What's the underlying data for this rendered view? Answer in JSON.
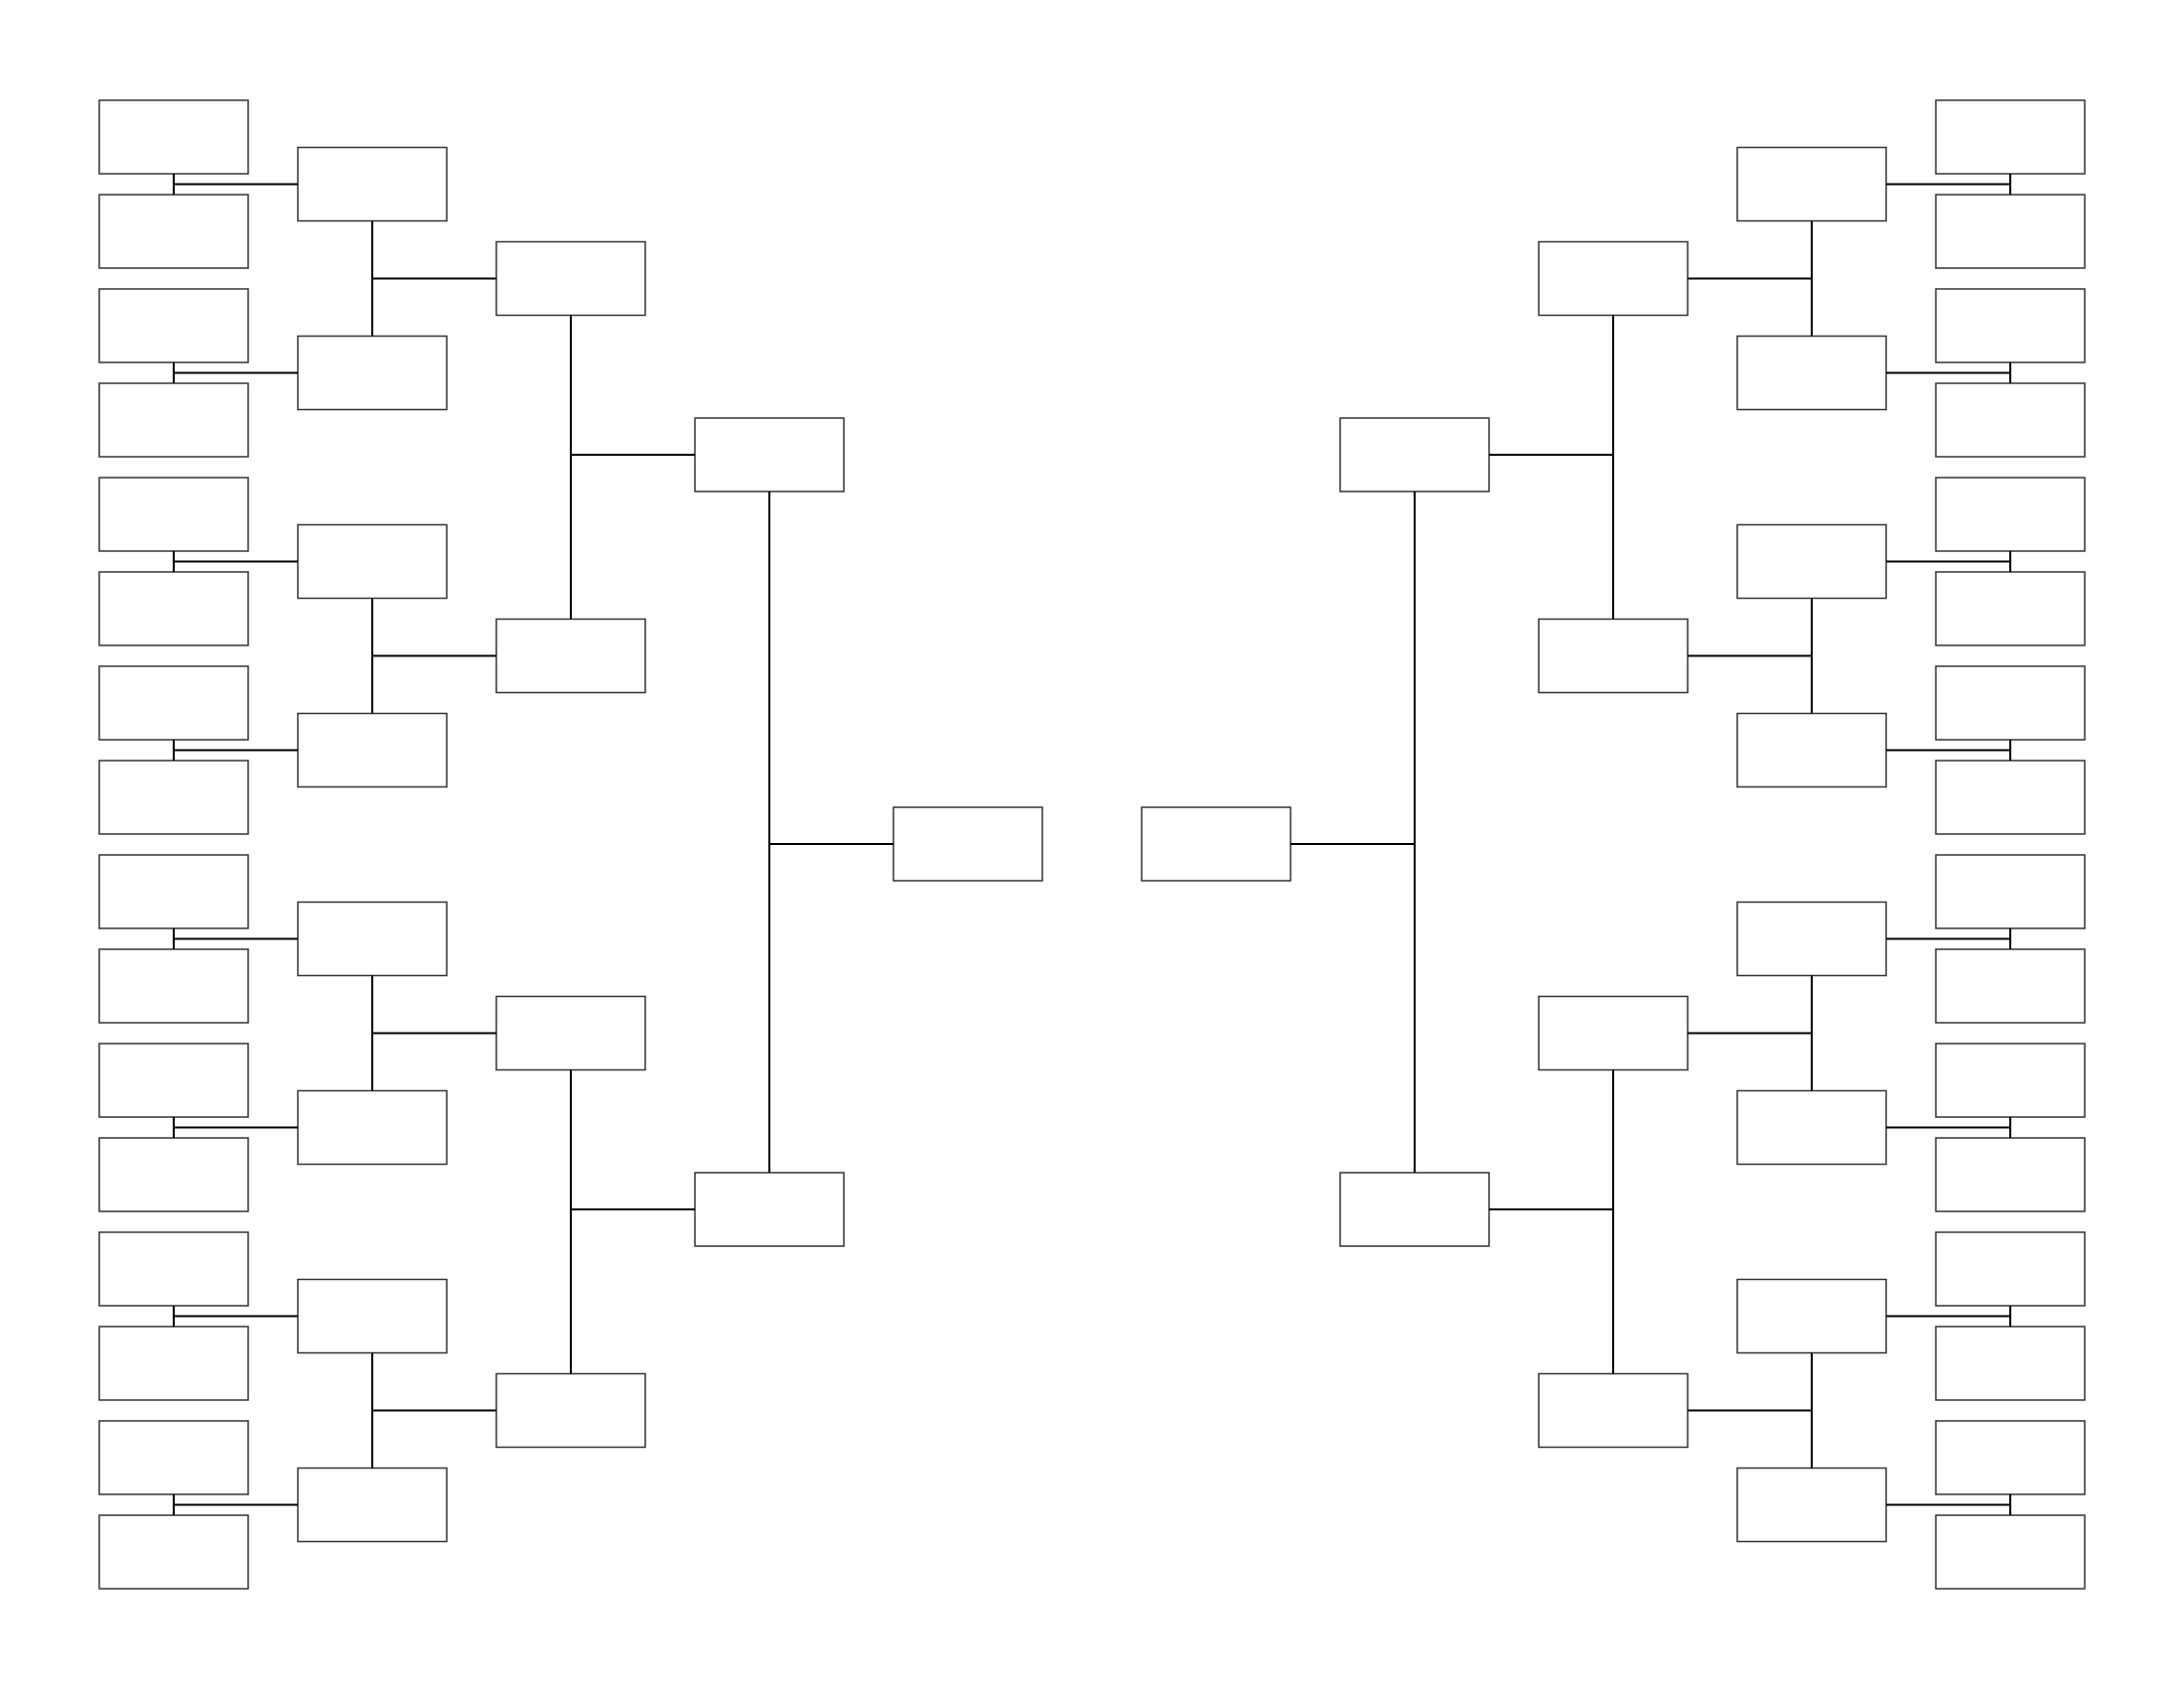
{
  "bracket": {
    "sides": [
      "left",
      "right"
    ],
    "slots_per_round": [
      16,
      8,
      4,
      2,
      1
    ],
    "entries": [],
    "colors": {
      "background": "#ffffff",
      "box_border": "#333333",
      "connector": "#000000"
    }
  }
}
